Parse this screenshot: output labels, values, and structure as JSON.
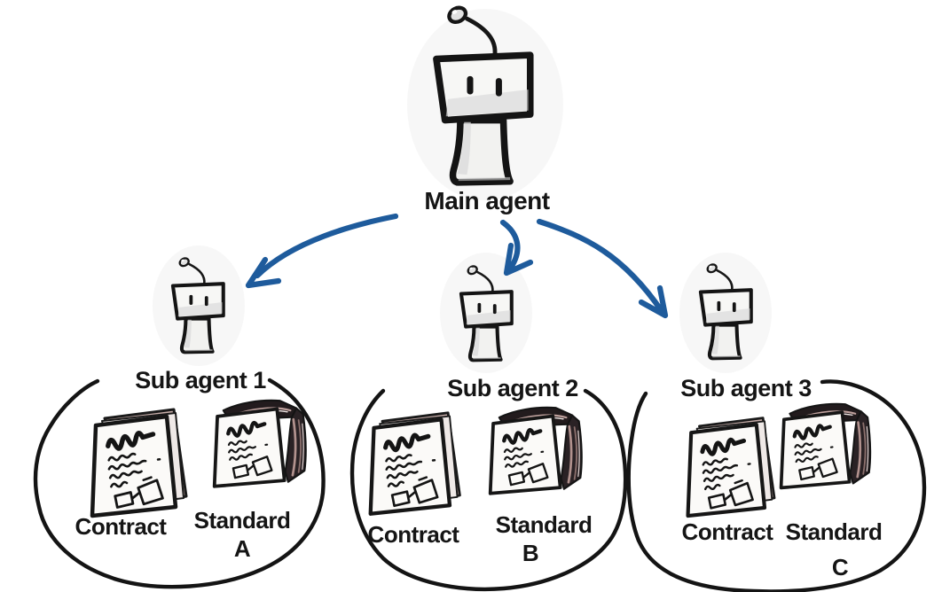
{
  "main_agent": {
    "label": "Main agent",
    "icon": "robot-icon"
  },
  "sub_agents": [
    {
      "label": "Sub agent 1",
      "contract": {
        "label": "Contract",
        "icon": "document-icon"
      },
      "standard": {
        "label": "Standard",
        "grade": "A",
        "icon": "document-stack-icon"
      }
    },
    {
      "label": "Sub agent 2",
      "contract": {
        "label": "Contract",
        "icon": "document-icon"
      },
      "standard": {
        "label": "Standard",
        "grade": "B",
        "icon": "document-stack-icon"
      }
    },
    {
      "label": "Sub agent 3",
      "contract": {
        "label": "Contract",
        "icon": "document-icon"
      },
      "standard": {
        "label": "Standard",
        "grade": "C",
        "icon": "document-stack-icon"
      }
    }
  ],
  "connections": [
    {
      "from": "Main agent",
      "to": "Sub agent 1"
    },
    {
      "from": "Main agent",
      "to": "Sub agent 2"
    },
    {
      "from": "Main agent",
      "to": "Sub agent 3"
    }
  ],
  "colors": {
    "ink": "#1a1a1a",
    "arrow_blue": "#1e5b9c",
    "page_back_pink": "#c8aeaa",
    "stack_side_dark": "#2a2225",
    "robot_gray": "#e2e2e2",
    "background": "#ffffff"
  }
}
